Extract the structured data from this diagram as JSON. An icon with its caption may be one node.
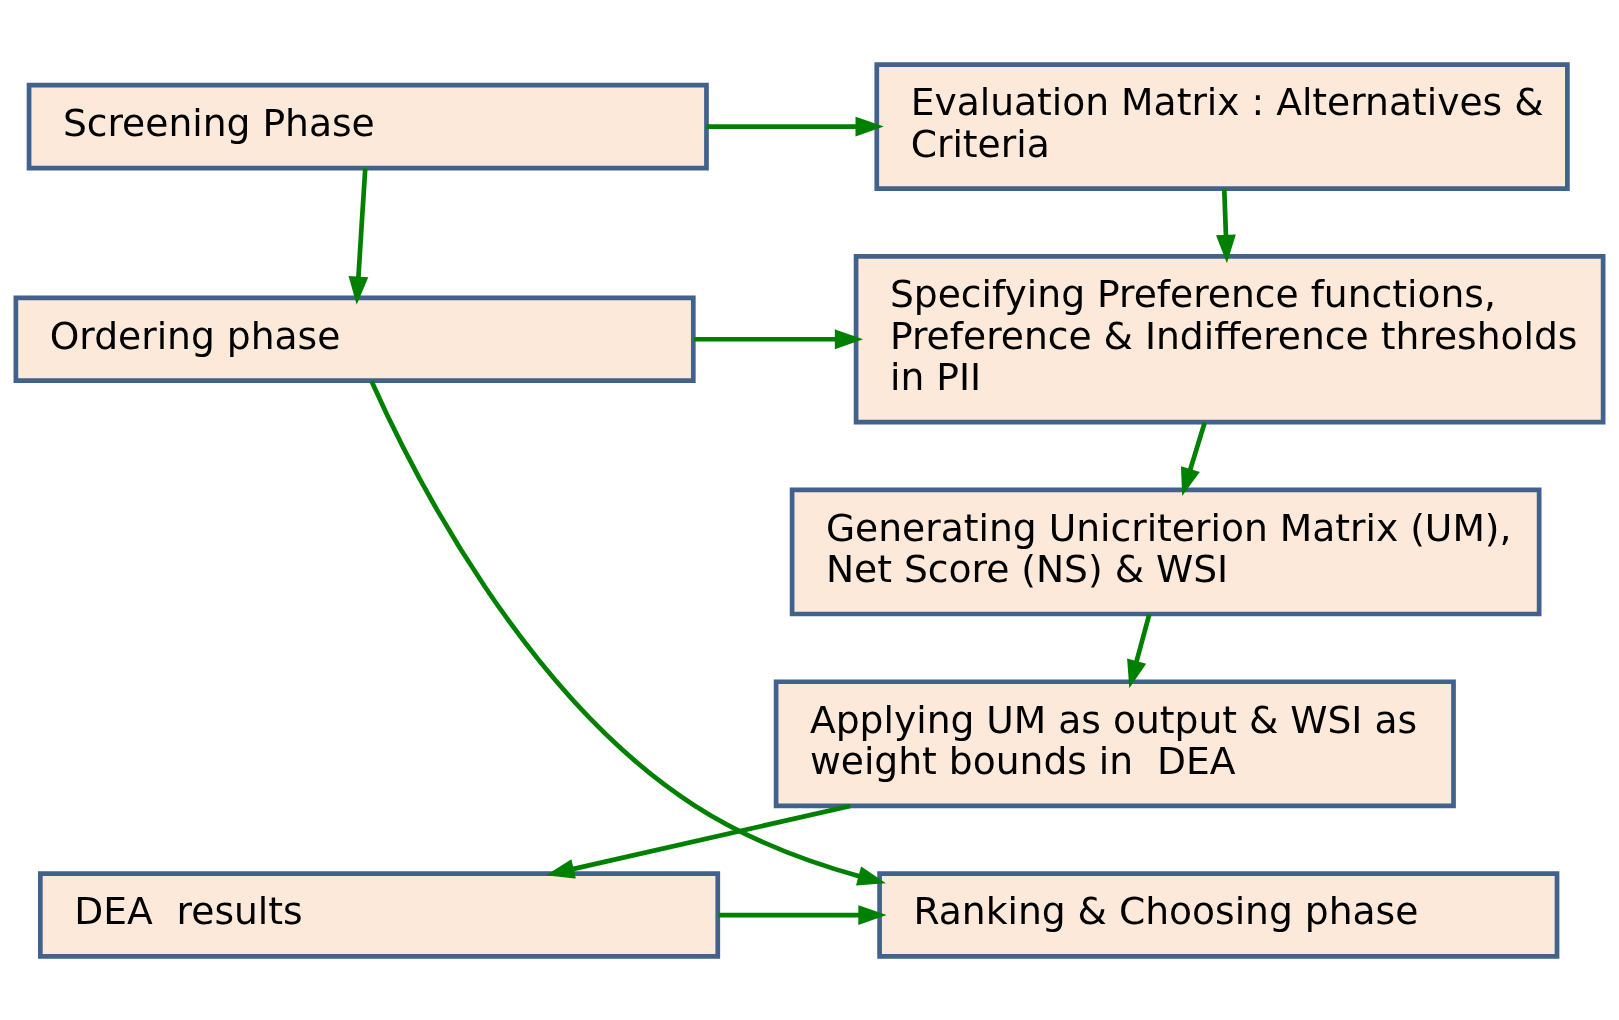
{
  "diagram": {
    "nodes": [
      {
        "text": [
          "Screening Phase"
        ]
      },
      {
        "text": [
          "Evaluation Matrix : Alternatives & Criteria"
        ]
      },
      {
        "text": [
          "Ordering phase"
        ]
      },
      {
        "text": [
          "Specifying Preference functions, Preference & Indifference thresholds in PII"
        ]
      },
      {
        "text": [
          "Generating Unicriterion Matrix (UM), Net Score (NS) & WSI"
        ]
      },
      {
        "text": [
          "Applying UM as output & WSI as weight bounds in  DEA"
        ]
      },
      {
        "text": [
          "Ranking & Choosing phase"
        ]
      },
      {
        "text": [
          "DEA  results"
        ]
      }
    ],
    "edges": [
      {
        "from": 0,
        "to": 1,
        "arrow": "to"
      },
      {
        "from": 0,
        "to": 2,
        "arrow": "to"
      },
      {
        "from": 1,
        "to": 3,
        "arrow": "to"
      },
      {
        "from": 2,
        "to": 3,
        "arrow": "to"
      },
      {
        "from": 2,
        "to": 6,
        "arrow": "to"
      },
      {
        "from": 3,
        "to": 4,
        "arrow": "to"
      },
      {
        "from": 4,
        "to": 5,
        "arrow": "to"
      },
      {
        "from": 5,
        "to": 7,
        "arrow": "to"
      },
      {
        "from": 7,
        "to": 6,
        "arrow": "to"
      }
    ]
  }
}
